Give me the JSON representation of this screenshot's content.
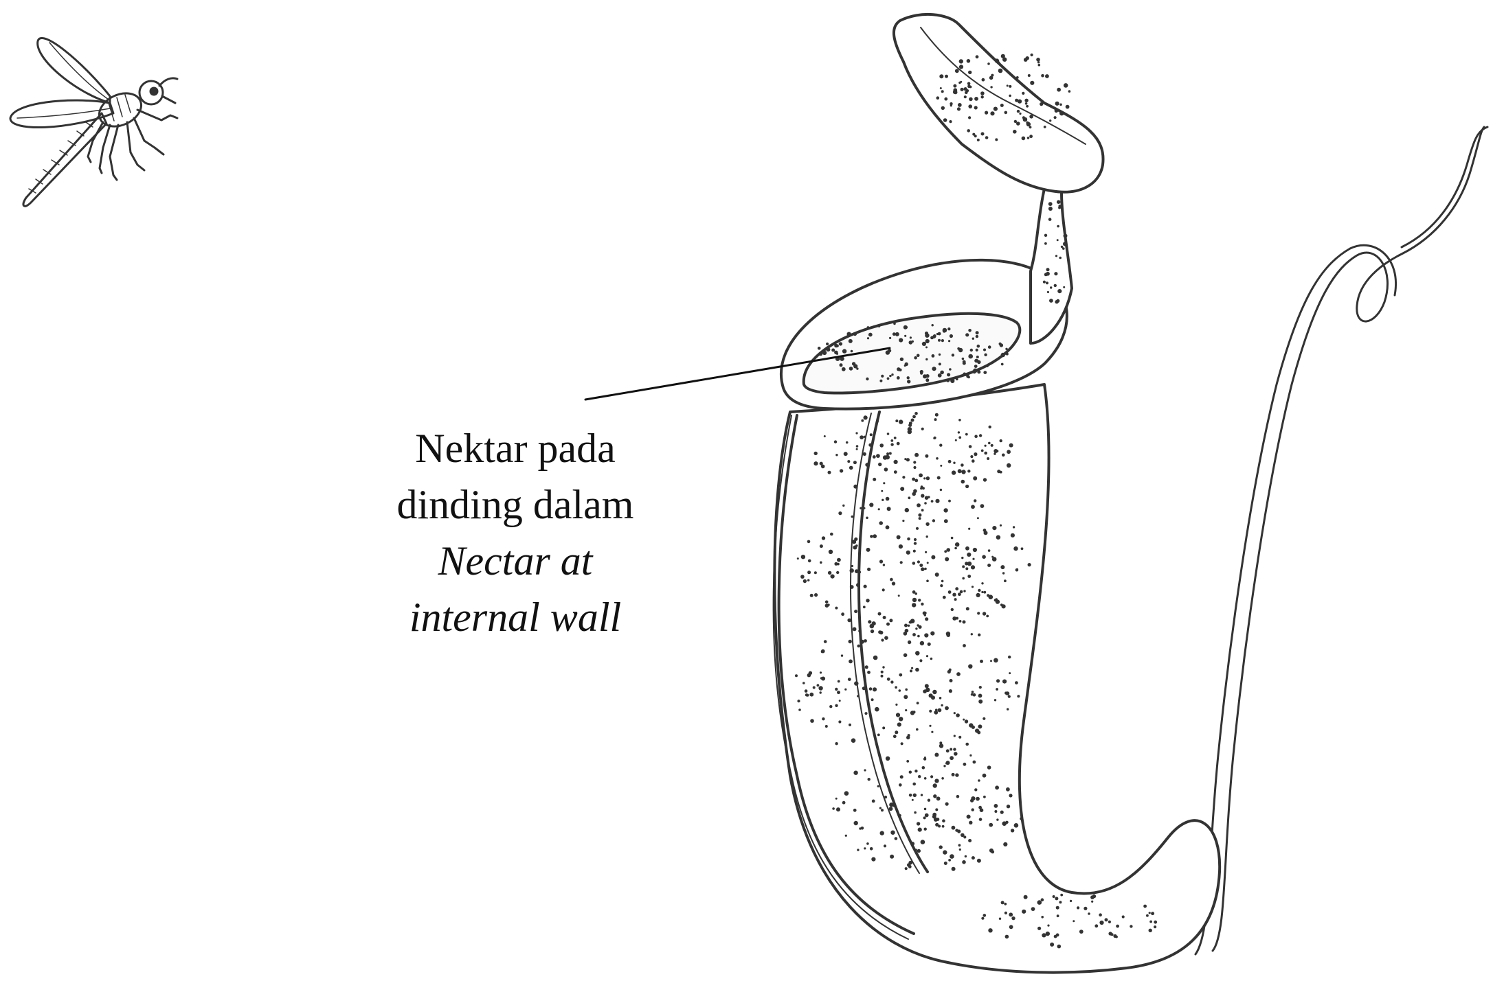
{
  "label": {
    "malay_line1": "Nektar pada",
    "malay_line2": "dinding dalam",
    "english_line1": "Nectar at",
    "english_line2": "internal wall"
  },
  "colors": {
    "ink": "#333333",
    "background": "#ffffff"
  },
  "icons": {
    "insect": "mosquito-icon",
    "plant": "pitcher-plant-icon"
  }
}
